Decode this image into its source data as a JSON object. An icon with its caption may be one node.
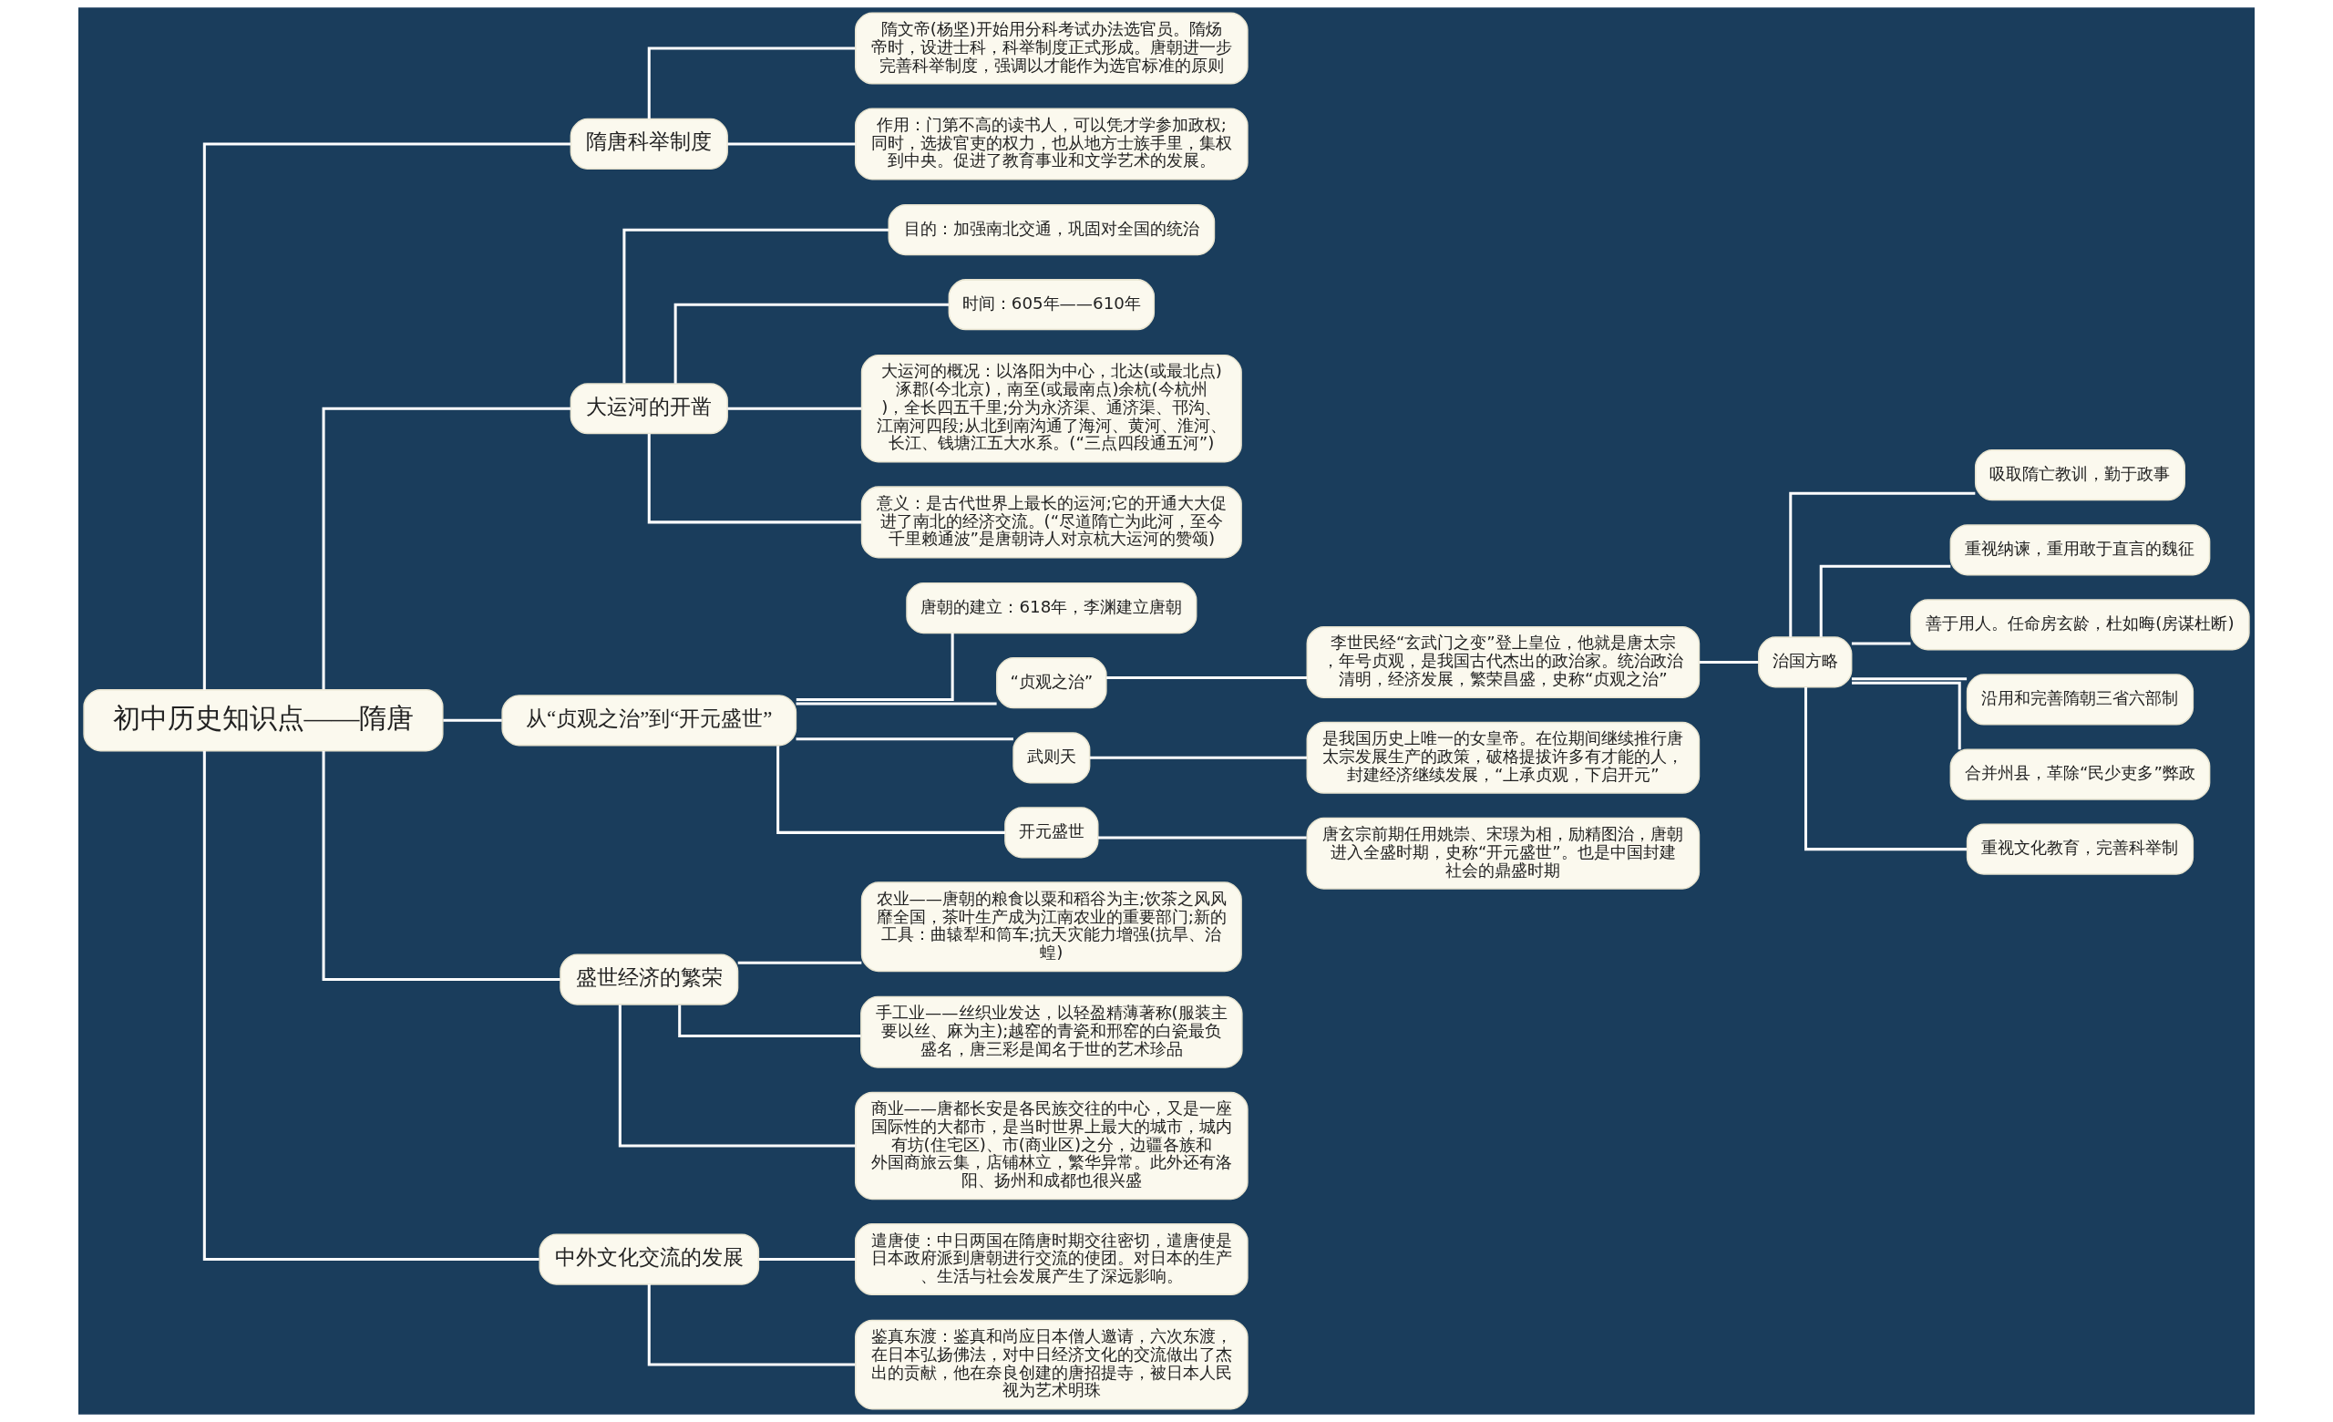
{
  "diagram": {
    "nodes": [
      {
        "text": [
          "初中历史知识点——隋唐"
        ]
      },
      {
        "text": [
          "隋唐科举制度"
        ]
      },
      {
        "text": [
          "隋文帝(杨坚)开始用分科考试办法选官员。隋炀帝时，设进士科，科举制度正式形成。唐朝进一步完善科举制度，强调以才能作为选官标准的原则"
        ]
      },
      {
        "text": [
          "作用：门第不高的读书人，可以凭才学参加政权;同时，选拔官吏的权力，也从地方士族手里，集权到中央。促进了教育事业和文学艺术的发展。"
        ]
      },
      {
        "text": [
          "大运河的开凿"
        ]
      },
      {
        "text": [
          "目的：加强南北交通，巩固对全国的统治"
        ]
      },
      {
        "text": [
          "时间：605年——610年"
        ]
      },
      {
        "text": [
          "大运河的概况：以洛阳为中心，北达(或最北点)涿郡(今北京)，南至(或最南点)余杭(今杭州)，全长四五千里;分为永济渠、通济渠、邗沟、江南河四段;从北到南沟通了海河、黄河、淮河、长江、钱塘江五大水系。(“三点四段通五河”)"
        ]
      },
      {
        "text": [
          "意义：是古代世界上最长的运河;它的开通大大促进了南北的经济交流。(“尽道隋亡为此河，至今千里赖通波”是唐朝诗人对京杭大运河的赞颂)"
        ]
      },
      {
        "text": [
          "从“贞观之治”到“开元盛世”"
        ]
      },
      {
        "text": [
          "唐朝的建立：618年，李渊建立唐朝"
        ]
      },
      {
        "text": [
          "“贞观之治”"
        ]
      },
      {
        "text": [
          "李世民经“玄武门之变”登上皇位，他就是唐太宗，年号贞观，是我国古代杰出的政治家。统治政治清明，经济发展，繁荣昌盛，史称“贞观之治”"
        ]
      },
      {
        "text": [
          "治国方略"
        ]
      },
      {
        "text": [
          "吸取隋亡教训，勤于政事"
        ]
      },
      {
        "text": [
          "重视纳谏，重用敢于直言的魏征"
        ]
      },
      {
        "text": [
          "善于用人。任命房玄龄，杜如晦(房谋杜断)"
        ]
      },
      {
        "text": [
          "沿用和完善隋朝三省六部制"
        ]
      },
      {
        "text": [
          "合并州县，革除“民少吏多”弊政"
        ]
      },
      {
        "text": [
          "重视文化教育，完善科举制"
        ]
      },
      {
        "text": [
          "武则天"
        ]
      },
      {
        "text": [
          "是我国历史上唯一的女皇帝。在位期间继续推行唐太宗发展生产的政策，破格提拔许多有才能的人，封建经济继续发展，“上承贞观，下启开元”"
        ]
      },
      {
        "text": [
          "开元盛世"
        ]
      },
      {
        "text": [
          "唐玄宗前期任用姚崇、宋璟为相，励精图治，唐朝进入全盛时期，史称“开元盛世”。也是中国封建社会的鼎盛时期"
        ]
      },
      {
        "text": [
          "盛世经济的繁荣"
        ]
      },
      {
        "text": [
          "农业——唐朝的粮食以粟和稻谷为主;饮茶之风风靡全国，茶叶生产成为江南农业的重要部门;新的工具：曲辕犁和筒车;抗天灾能力增强(抗旱、治蝗)"
        ]
      },
      {
        "text": [
          "手工业——丝织业发达，以轻盈精薄著称(服装主要以丝、麻为主);越窑的青瓷和邢窑的白瓷最负盛名，唐三彩是闻名于世的艺术珍品"
        ]
      },
      {
        "text": [
          "商业——唐都长安是各民族交往的中心，又是一座国际性的大都市，是当时世界上最大的城市，城内有坊(住宅区)、市(商业区)之分，边疆各族和外国商旅云集，店铺林立，繁华异常。此外还有洛阳、扬州和成都也很兴盛"
        ]
      },
      {
        "text": [
          "中外文化交流的发展"
        ]
      },
      {
        "text": [
          "遣唐使：中日两国在隋唐时期交往密切，遣唐使是日本政府派到唐朝进行交流的使团。对日本的生产、生活与社会发展产生了深远影响。"
        ]
      },
      {
        "text": [
          "鉴真东渡：鉴真和尚应日本僧人邀请，六次东渡，在日本弘扬佛法，对中日经济文化的交流做出了杰出的贡献，他在奈良创建的唐招提寺，被日本人民视为艺术明珠"
        ]
      }
    ],
    "edges": [
      {
        "from": 0,
        "to": 1,
        "arrow": "none"
      },
      {
        "from": 0,
        "to": 4,
        "arrow": "none"
      },
      {
        "from": 0,
        "to": 9,
        "arrow": "none"
      },
      {
        "from": 0,
        "to": 24,
        "arrow": "none"
      },
      {
        "from": 0,
        "to": 28,
        "arrow": "none"
      },
      {
        "from": 1,
        "to": 2,
        "arrow": "none"
      },
      {
        "from": 1,
        "to": 3,
        "arrow": "none"
      },
      {
        "from": 4,
        "to": 5,
        "arrow": "none"
      },
      {
        "from": 4,
        "to": 6,
        "arrow": "none"
      },
      {
        "from": 4,
        "to": 7,
        "arrow": "none"
      },
      {
        "from": 4,
        "to": 8,
        "arrow": "none"
      },
      {
        "from": 9,
        "to": 10,
        "arrow": "none"
      },
      {
        "from": 9,
        "to": 11,
        "arrow": "none"
      },
      {
        "from": 11,
        "to": 12,
        "arrow": "none"
      },
      {
        "from": 12,
        "to": 13,
        "arrow": "none"
      },
      {
        "from": 13,
        "to": 14,
        "arrow": "none"
      },
      {
        "from": 13,
        "to": 15,
        "arrow": "none"
      },
      {
        "from": 13,
        "to": 16,
        "arrow": "none"
      },
      {
        "from": 13,
        "to": 17,
        "arrow": "none"
      },
      {
        "from": 13,
        "to": 18,
        "arrow": "none"
      },
      {
        "from": 13,
        "to": 19,
        "arrow": "none"
      },
      {
        "from": 9,
        "to": 20,
        "arrow": "none"
      },
      {
        "from": 20,
        "to": 21,
        "arrow": "none"
      },
      {
        "from": 9,
        "to": 22,
        "arrow": "none"
      },
      {
        "from": 22,
        "to": 23,
        "arrow": "none"
      },
      {
        "from": 24,
        "to": 25,
        "arrow": "none"
      },
      {
        "from": 24,
        "to": 26,
        "arrow": "none"
      },
      {
        "from": 24,
        "to": 27,
        "arrow": "none"
      },
      {
        "from": 28,
        "to": 29,
        "arrow": "none"
      },
      {
        "from": 28,
        "to": 30,
        "arrow": "none"
      }
    ]
  }
}
